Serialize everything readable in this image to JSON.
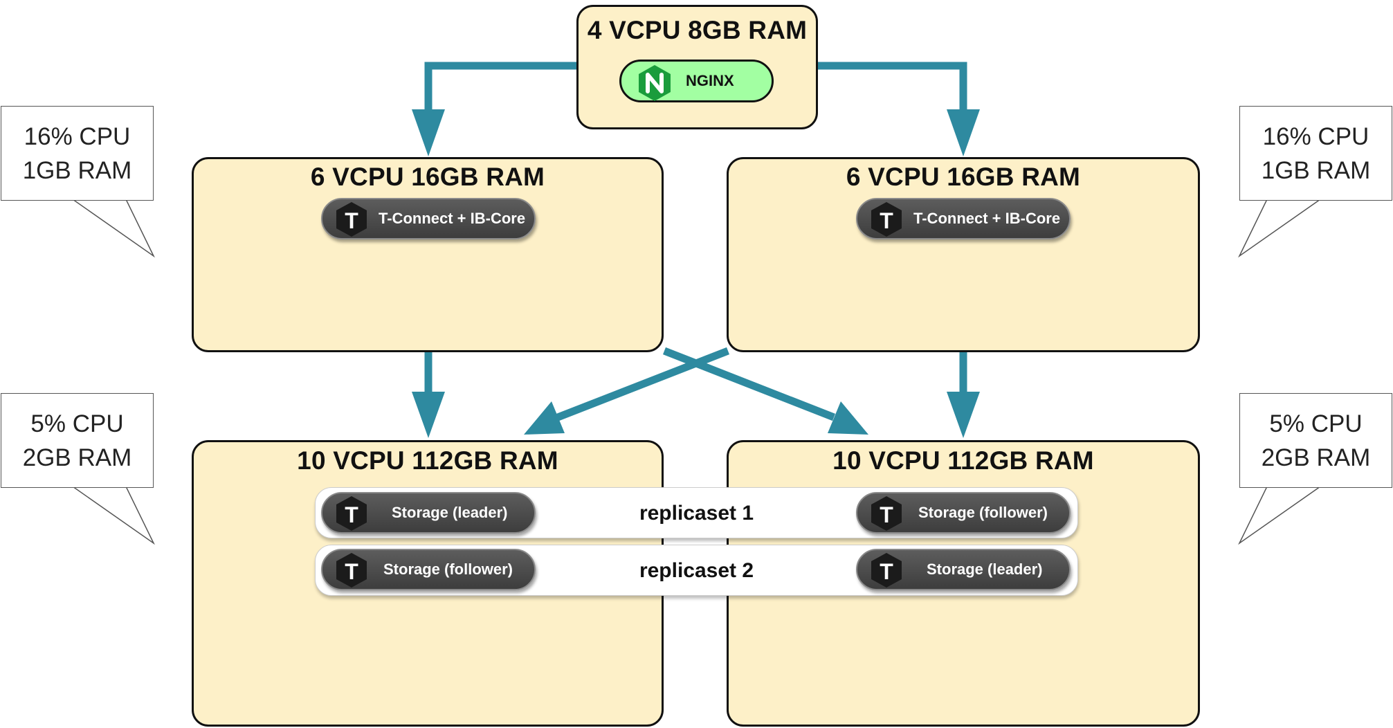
{
  "nodes": {
    "balancer": {
      "title": "4 VCPU 8GB RAM",
      "service": "NGINX",
      "service_icon": "nginx-logo-icon"
    },
    "app_left": {
      "title": "6 VCPU 16GB RAM",
      "service": "T-Connect + IB-Core"
    },
    "app_right": {
      "title": "6 VCPU 16GB RAM",
      "service": "T-Connect + IB-Core"
    },
    "storage_left": {
      "title": "10 VCPU 112GB RAM"
    },
    "storage_right": {
      "title": "10 VCPU 112GB RAM"
    }
  },
  "replicasets": [
    {
      "label": "replicaset 1",
      "left": "Storage (leader)",
      "right": "Storage (follower)"
    },
    {
      "label": "replicaset 2",
      "left": "Storage (follower)",
      "right": "Storage (leader)"
    }
  ],
  "callouts": {
    "app_left": {
      "cpu": "16% CPU",
      "ram": "1GB RAM"
    },
    "app_right": {
      "cpu": "16% CPU",
      "ram": "1GB RAM"
    },
    "storage_left": {
      "cpu": "5% CPU",
      "ram": "2GB RAM"
    },
    "storage_right": {
      "cpu": "5% CPU",
      "ram": "2GB RAM"
    }
  },
  "colors": {
    "node_fill": "#fdf0c8",
    "arrow": "#2e8aa0",
    "nginx_fill": "#a2ffa2",
    "nginx_logo": "#1a9c3c",
    "pill_fill": "#4a4a4a"
  },
  "icons": {
    "service": "tarantool-logo-icon"
  }
}
